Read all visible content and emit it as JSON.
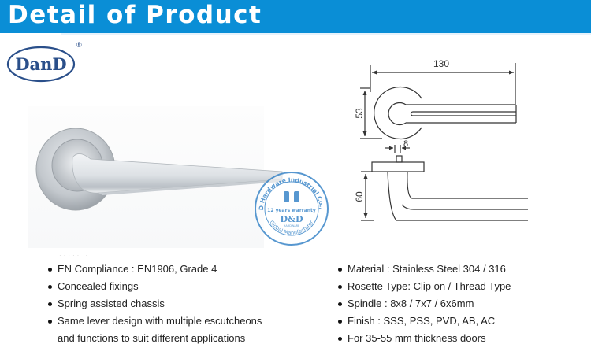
{
  "header": {
    "title": "Detail of Product",
    "background_color": "#0a8ed6"
  },
  "logo": {
    "text": "DanD",
    "registered_mark": "®",
    "color": "#2a4f8a"
  },
  "stamp": {
    "ring_text_top": "D&D Hardware Industrial Co.,Ltd",
    "warranty": "12 years warranty",
    "brand": "D&D",
    "sub_brand": "HARDWARE",
    "ring_text_bottom": "Global Manufacturer",
    "color": "#3a86c8"
  },
  "drawing": {
    "length_label": "130",
    "rose_diameter_label": "53",
    "spindle_label": "8",
    "projection_label": "60"
  },
  "features_left": [
    {
      "text": "EN Compliance : EN1906, Grade 4"
    },
    {
      "text": "Concealed fixings"
    },
    {
      "text": "Spring assisted chassis"
    },
    {
      "text": "Same lever design with multiple escutcheons"
    },
    {
      "text": "and functions to suit different applications",
      "continuation": true
    }
  ],
  "features_right": [
    {
      "text": "Material : Stainless Steel 304 / 316"
    },
    {
      "text": "Rosette Type: Clip on / Thread Type"
    },
    {
      "text": "Spindle : 8x8 / 7x7 / 6x6mm"
    },
    {
      "text": "Finish : SSS, PSS, PVD, AB, AC"
    },
    {
      "text": "For 35-55 mm thickness doors"
    }
  ]
}
